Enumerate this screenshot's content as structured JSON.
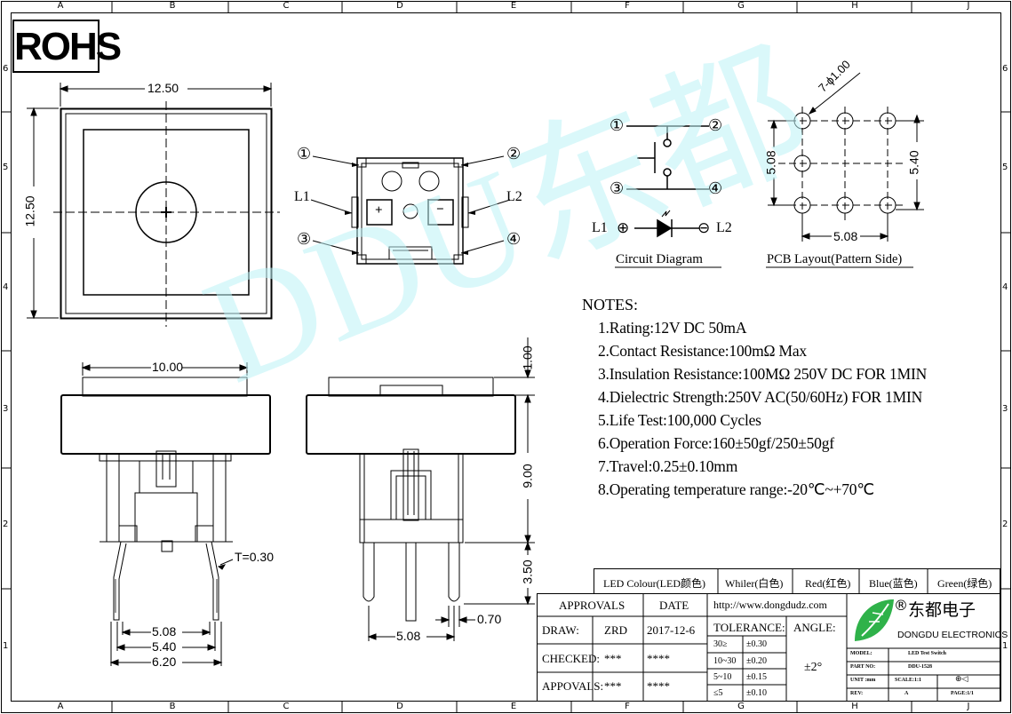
{
  "zones": {
    "columns": [
      "A",
      "B",
      "C",
      "D",
      "E",
      "F",
      "G",
      "H",
      "J"
    ],
    "rows": [
      "6",
      "5",
      "4",
      "3",
      "2",
      "1"
    ]
  },
  "rohs": "ROHS",
  "watermark": "DDU东都",
  "top_view": {
    "width": "12.50",
    "height": "12.50"
  },
  "bottom_view": {
    "pins": [
      "①",
      "②",
      "③",
      "④"
    ],
    "l1": "L1",
    "l2": "L2",
    "plus": "+",
    "minus": "−"
  },
  "circuit": {
    "pins": [
      "①",
      "②",
      "③",
      "④"
    ],
    "l1": "L1",
    "l2": "L2",
    "caption": "Circuit Diagram"
  },
  "pcb": {
    "hole_label": "7-ϕ1.00",
    "dim_left": "5.08",
    "dim_right": "5.40",
    "dim_bottom": "5.08",
    "caption": "PCB Layout(Pattern Side)"
  },
  "notes": {
    "title": "NOTES:",
    "items": [
      "1.Rating:12V DC 50mA",
      "2.Contact Resistance:100mΩ  Max",
      "3.Insulation Resistance:100MΩ  250V DC FOR 1MIN",
      "4.Dielectric Strength:250V AC(50/60Hz) FOR 1MIN",
      "5.Life Test:100,000 Cycles",
      "6.Operation Force:160±50gf/250±50gf",
      "7.Travel:0.25±0.10mm",
      "8.Operating temperature range:-20℃~+70℃"
    ]
  },
  "front_view": {
    "cap_width": "10.00",
    "thickness": "T=0.30",
    "dim1": "5.08",
    "dim2": "5.40",
    "dim3": "6.20"
  },
  "side_view": {
    "dim_top": "1.00",
    "dim_height": "9.00",
    "dim_pin": "3.50",
    "dim_pin_width": "0.70",
    "dim_pitch": "5.08"
  },
  "led_colour": {
    "label": "LED Colour(LED颜色)",
    "options": [
      "Whiler(白色)",
      "Red(红色)",
      "Blue(蓝色)",
      "Green(绿色)"
    ]
  },
  "title_block": {
    "approvals": "APPROVALS",
    "date": "DATE",
    "url": "http://www.dongdudz.com",
    "draw_label": "DRAW:",
    "draw_value": "ZRD",
    "draw_date": "2017-12-6",
    "checked_label": "CHECKED:",
    "checked_value": "***",
    "checked_date": "****",
    "appovals_label": "APPOVALS:",
    "appovals_value": "***",
    "appovals_date": "****",
    "tolerance_label": "TOLERANCE:",
    "angle_label": "ANGLE:",
    "angle_value": "±2°",
    "tolerances": [
      {
        "range": "30≥",
        "value": "±0.30"
      },
      {
        "range": "10~30",
        "value": "±0.20"
      },
      {
        "range": "5~10",
        "value": "±0.15"
      },
      {
        "range": "≤5",
        "value": "±0.10"
      }
    ],
    "logo_reg": "®",
    "company_cn": "东都电子",
    "company_en": "DONGDU ELECTRONICS",
    "model_label": "MODEL:",
    "model_value": "LED Test Switch",
    "part_label": "PART NO:",
    "part_value": "DDU-1528",
    "unit_label": "UNIT :mm",
    "scale_label": "SCALE:1:1",
    "projection_icon": "⊕◁",
    "rev_label": "REV:",
    "rev_value": "A",
    "page_label": "PAGE:1/1"
  },
  "colors": {
    "line": "#000000",
    "watermark": "#bdf3f7",
    "logo_green": "#2fb24a"
  }
}
